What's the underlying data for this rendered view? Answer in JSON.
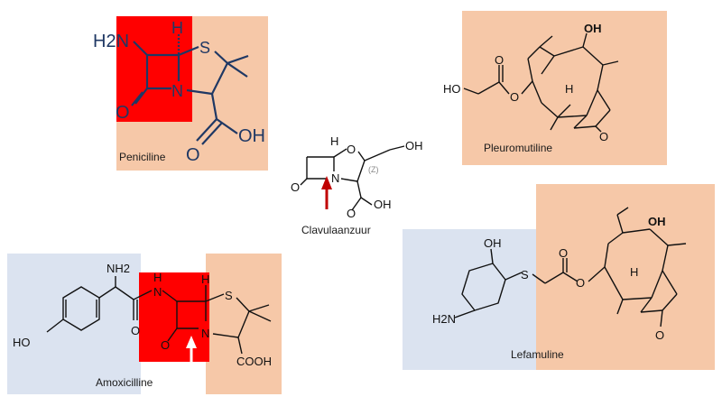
{
  "colors": {
    "peach": "#f6c8a8",
    "blue": "#dbe3f0",
    "red": "#ff0000",
    "navy": "#1f3864",
    "dark_red": "#c00000",
    "white_arrow": "#ffffff"
  },
  "molecules": {
    "penicillin": {
      "name": "Peniciline",
      "atoms": {
        "nh2": "H2N",
        "h": "H",
        "s": "S",
        "n": "N",
        "o": "O",
        "cooh": "OH"
      }
    },
    "pleuromutilin": {
      "name": "Pleuromutiline",
      "atoms": {
        "ho": "HO",
        "oh": "OH",
        "h": "H",
        "o_ester": "O",
        "o_ketone": "O",
        "o_carbonyl": "O"
      }
    },
    "clavulanic_acid": {
      "name": "Clavulaanzuur",
      "atoms": {
        "h": "H",
        "o_ring": "O",
        "n": "N",
        "o": "O",
        "oh": "OH",
        "cooh": "OH",
        "z": "(Z)"
      }
    },
    "amoxicillin": {
      "name": "Amoxicilline",
      "atoms": {
        "nh2": "NH2",
        "ho": "HO",
        "nh": "N",
        "h_nh": "H",
        "o_amide": "O",
        "h": "H",
        "s": "S",
        "n": "N",
        "o": "O",
        "cooh": "COOH"
      }
    },
    "lefamulin": {
      "name": "Lefamuline",
      "atoms": {
        "oh_ring": "OH",
        "s": "S",
        "h2n": "H2N",
        "o_carbonyl": "O",
        "o_ester": "O",
        "oh": "OH",
        "h": "H",
        "o_ketone": "O"
      }
    }
  }
}
